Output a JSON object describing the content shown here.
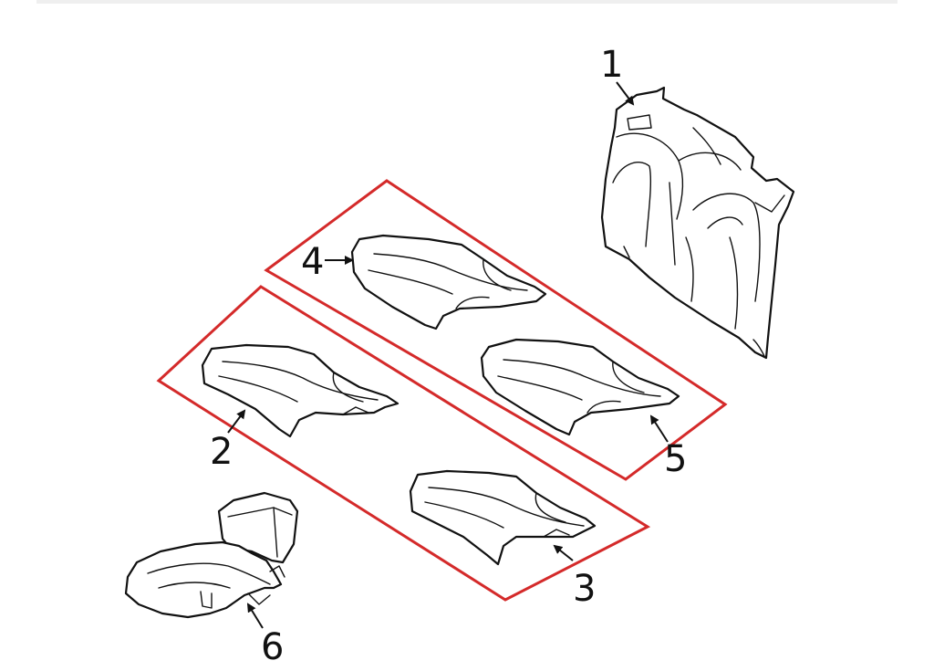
{
  "callouts": {
    "c1": "1",
    "c2": "2",
    "c3": "3",
    "c4": "4",
    "c5": "5",
    "c6": "6"
  },
  "colors": {
    "highlight_frame": "#d42a2a",
    "line_art": "#111111",
    "background": "#ffffff"
  },
  "parts": [
    {
      "callout": "1",
      "name": "seat-back"
    },
    {
      "callout": "2",
      "name": "seat-cushion-left"
    },
    {
      "callout": "3",
      "name": "seat-cushion-right"
    },
    {
      "callout": "4",
      "name": "seat-cover-left"
    },
    {
      "callout": "5",
      "name": "seat-cover-right"
    },
    {
      "callout": "6",
      "name": "armrest-headrest-assembly"
    }
  ]
}
